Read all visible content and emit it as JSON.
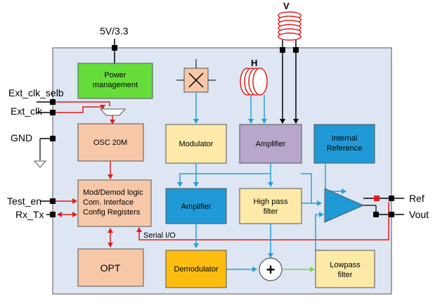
{
  "pins": {
    "supply": "5V/3.3",
    "ext_clk_selb": "Ext_clk_selb",
    "ext_clk": "Ext_clk",
    "gnd": "GND",
    "test_en": "Test_en",
    "rx_tx": "Rx_Tx",
    "ref": "Ref",
    "vout": "Vout"
  },
  "coils": {
    "vertical": "V",
    "horizontal": "H"
  },
  "blocks": {
    "power": [
      "Power",
      "management"
    ],
    "osc": "OSC 20M",
    "logic": [
      "Mod/Demod logic",
      "Com. Interface",
      "Config Registers"
    ],
    "opt": "OPT",
    "modulator": "Modulator",
    "amp_top": "Amplifier",
    "internal_ref": [
      "Internal",
      "Reference"
    ],
    "amp_mid": "Amplifier",
    "hpf": [
      "High pass",
      "filter"
    ],
    "demod": "Demodulator",
    "lpf": [
      "Lowpass",
      "filter"
    ]
  },
  "labels": {
    "serial_io": "Serial I/O",
    "sum_symbol": "+"
  },
  "colors": {
    "chip_bg": "#dde6f2",
    "power": "#66dd3a",
    "osc": "#f7c8a8",
    "logic": "#f7c8a8",
    "opt": "#f7c8a8",
    "modulator": "#fde9a8",
    "amp_top": "#b6a7cb",
    "internal_ref": "#1f9ad6",
    "amp_mid": "#1f9ad6",
    "hpf": "#fde9a8",
    "demod": "#fdbd10",
    "lpf": "#fde9a8",
    "opamp": "#1f9ad6",
    "signal_blue": "#2a9fd8",
    "signal_red": "#e21c1c",
    "signal_green": "#7ccf52",
    "coil": "#e21c1c"
  }
}
